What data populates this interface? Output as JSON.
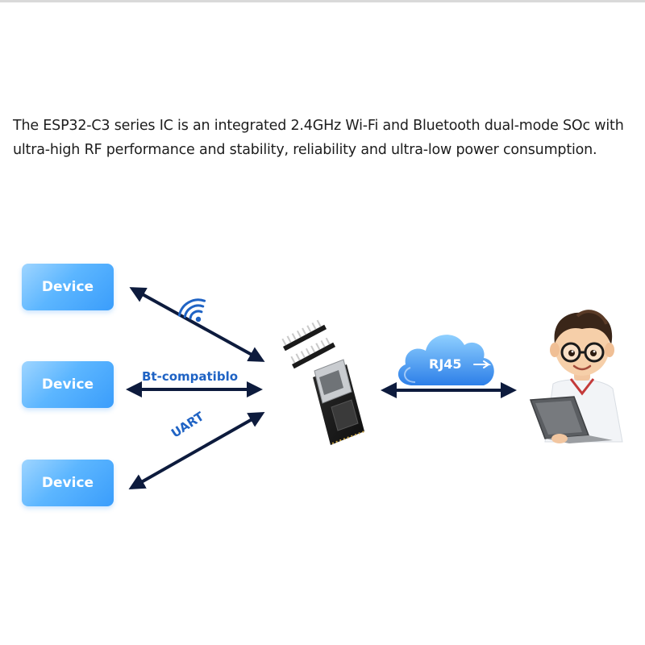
{
  "description": {
    "line1": "The ESP32-C3 series IC is an integrated 2.4GHz Wi-Fi and Bluetooth dual-mode SOc with",
    "line2": "ultra-high RF performance and stability, reliability and ultra-low power consumption."
  },
  "devices": [
    {
      "label": "Device"
    },
    {
      "label": "Device"
    },
    {
      "label": "Device"
    }
  ],
  "links": {
    "bluetooth": "Bt-compatiblo",
    "uart": "UART",
    "ethernet": "RJ45"
  },
  "colors": {
    "device_blue": "#3a9dfb",
    "link_text_blue": "#1f63c4",
    "arrow_navy": "#0d1b3d",
    "cloud_blue": "#4aa3ff"
  },
  "icons": {
    "wireless": "wifi-icon",
    "module": "esp32-board-icon",
    "network": "cloud-icon",
    "user": "user-with-laptop-icon"
  }
}
